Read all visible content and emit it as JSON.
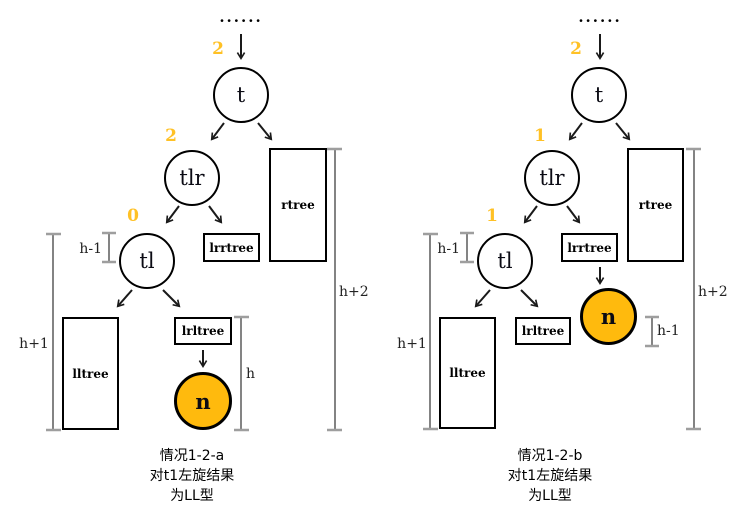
{
  "colors": {
    "node_fill_orange": "#FFBA0D",
    "balance_orange": "#FFC125",
    "bracket_line": "#5A5A5A",
    "bracket_tick": "#9E9E9E",
    "line_black": "#1A1A1A"
  },
  "diagrams": [
    {
      "side": "left",
      "ancestor_dots": "......",
      "balance": {
        "t": "2",
        "tlr": "2",
        "tl": "0"
      },
      "nodes": {
        "t": "t",
        "tlr": "tlr",
        "tl": "tl",
        "n": "n"
      },
      "subtrees": {
        "rtree": "rtree",
        "lrrtree": "lrrtree",
        "lltree": "lltree",
        "lrltree": "lrltree"
      },
      "measures": {
        "near_tl": "h-1",
        "left_height": "h+1",
        "middle_height": "h",
        "right_height": "h+2"
      },
      "caption": {
        "line1": "情况1-2-a",
        "line2": "对t1左旋结果",
        "line3": "为LL型"
      }
    },
    {
      "side": "right",
      "ancestor_dots": "......",
      "balance": {
        "t": "2",
        "tlr": "1",
        "tl": "1"
      },
      "nodes": {
        "t": "t",
        "tlr": "tlr",
        "tl": "tl",
        "n": "n"
      },
      "subtrees": {
        "rtree": "rtree",
        "lrrtree": "lrrtree",
        "lltree": "lltree",
        "lrltree": "lrltree"
      },
      "measures": {
        "near_tl": "h-1",
        "left_height": "h+1",
        "near_n": "h-1",
        "right_height": "h+2"
      },
      "caption": {
        "line1": "情况1-2-b",
        "line2": "对t1左旋结果",
        "line3": "为LL型"
      }
    }
  ]
}
